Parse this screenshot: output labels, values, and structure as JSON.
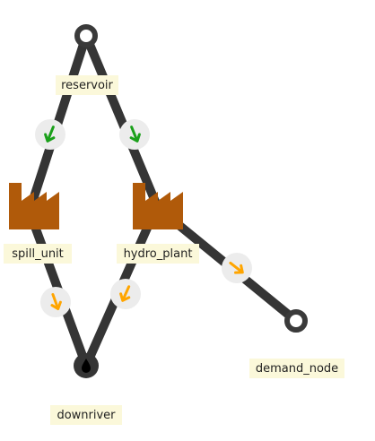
{
  "colors": {
    "edge": "#353535",
    "flow_positive": "#1aa01a",
    "flow_negative": "#ffa500",
    "unit_icon": "#b05a0a",
    "label_background": "#fbf8da",
    "bubble": "#ececec"
  },
  "nodes": [
    {
      "id": "reservoir",
      "label": "reservoir",
      "icon": "circle-node-icon"
    },
    {
      "id": "spill_unit",
      "label": "spill_unit",
      "icon": "factory-icon"
    },
    {
      "id": "hydro_plant",
      "label": "hydro_plant",
      "icon": "factory-icon"
    },
    {
      "id": "demand_node",
      "label": "demand_node",
      "icon": "circle-node-icon"
    },
    {
      "id": "downriver",
      "label": "downriver",
      "icon": "drop-node-icon"
    }
  ],
  "edges": [
    {
      "from": "reservoir",
      "to": "spill_unit",
      "flow_icon": "arrow-down-icon",
      "flow_color": "#1aa01a"
    },
    {
      "from": "reservoir",
      "to": "hydro_plant",
      "flow_icon": "arrow-down-icon",
      "flow_color": "#1aa01a"
    },
    {
      "from": "spill_unit",
      "to": "downriver",
      "flow_icon": "arrow-down-icon",
      "flow_color": "#ffa500"
    },
    {
      "from": "hydro_plant",
      "to": "downriver",
      "flow_icon": "arrow-down-icon",
      "flow_color": "#ffa500"
    },
    {
      "from": "hydro_plant",
      "to": "demand_node",
      "flow_icon": "arrow-down-right-icon",
      "flow_color": "#ffa500"
    }
  ]
}
